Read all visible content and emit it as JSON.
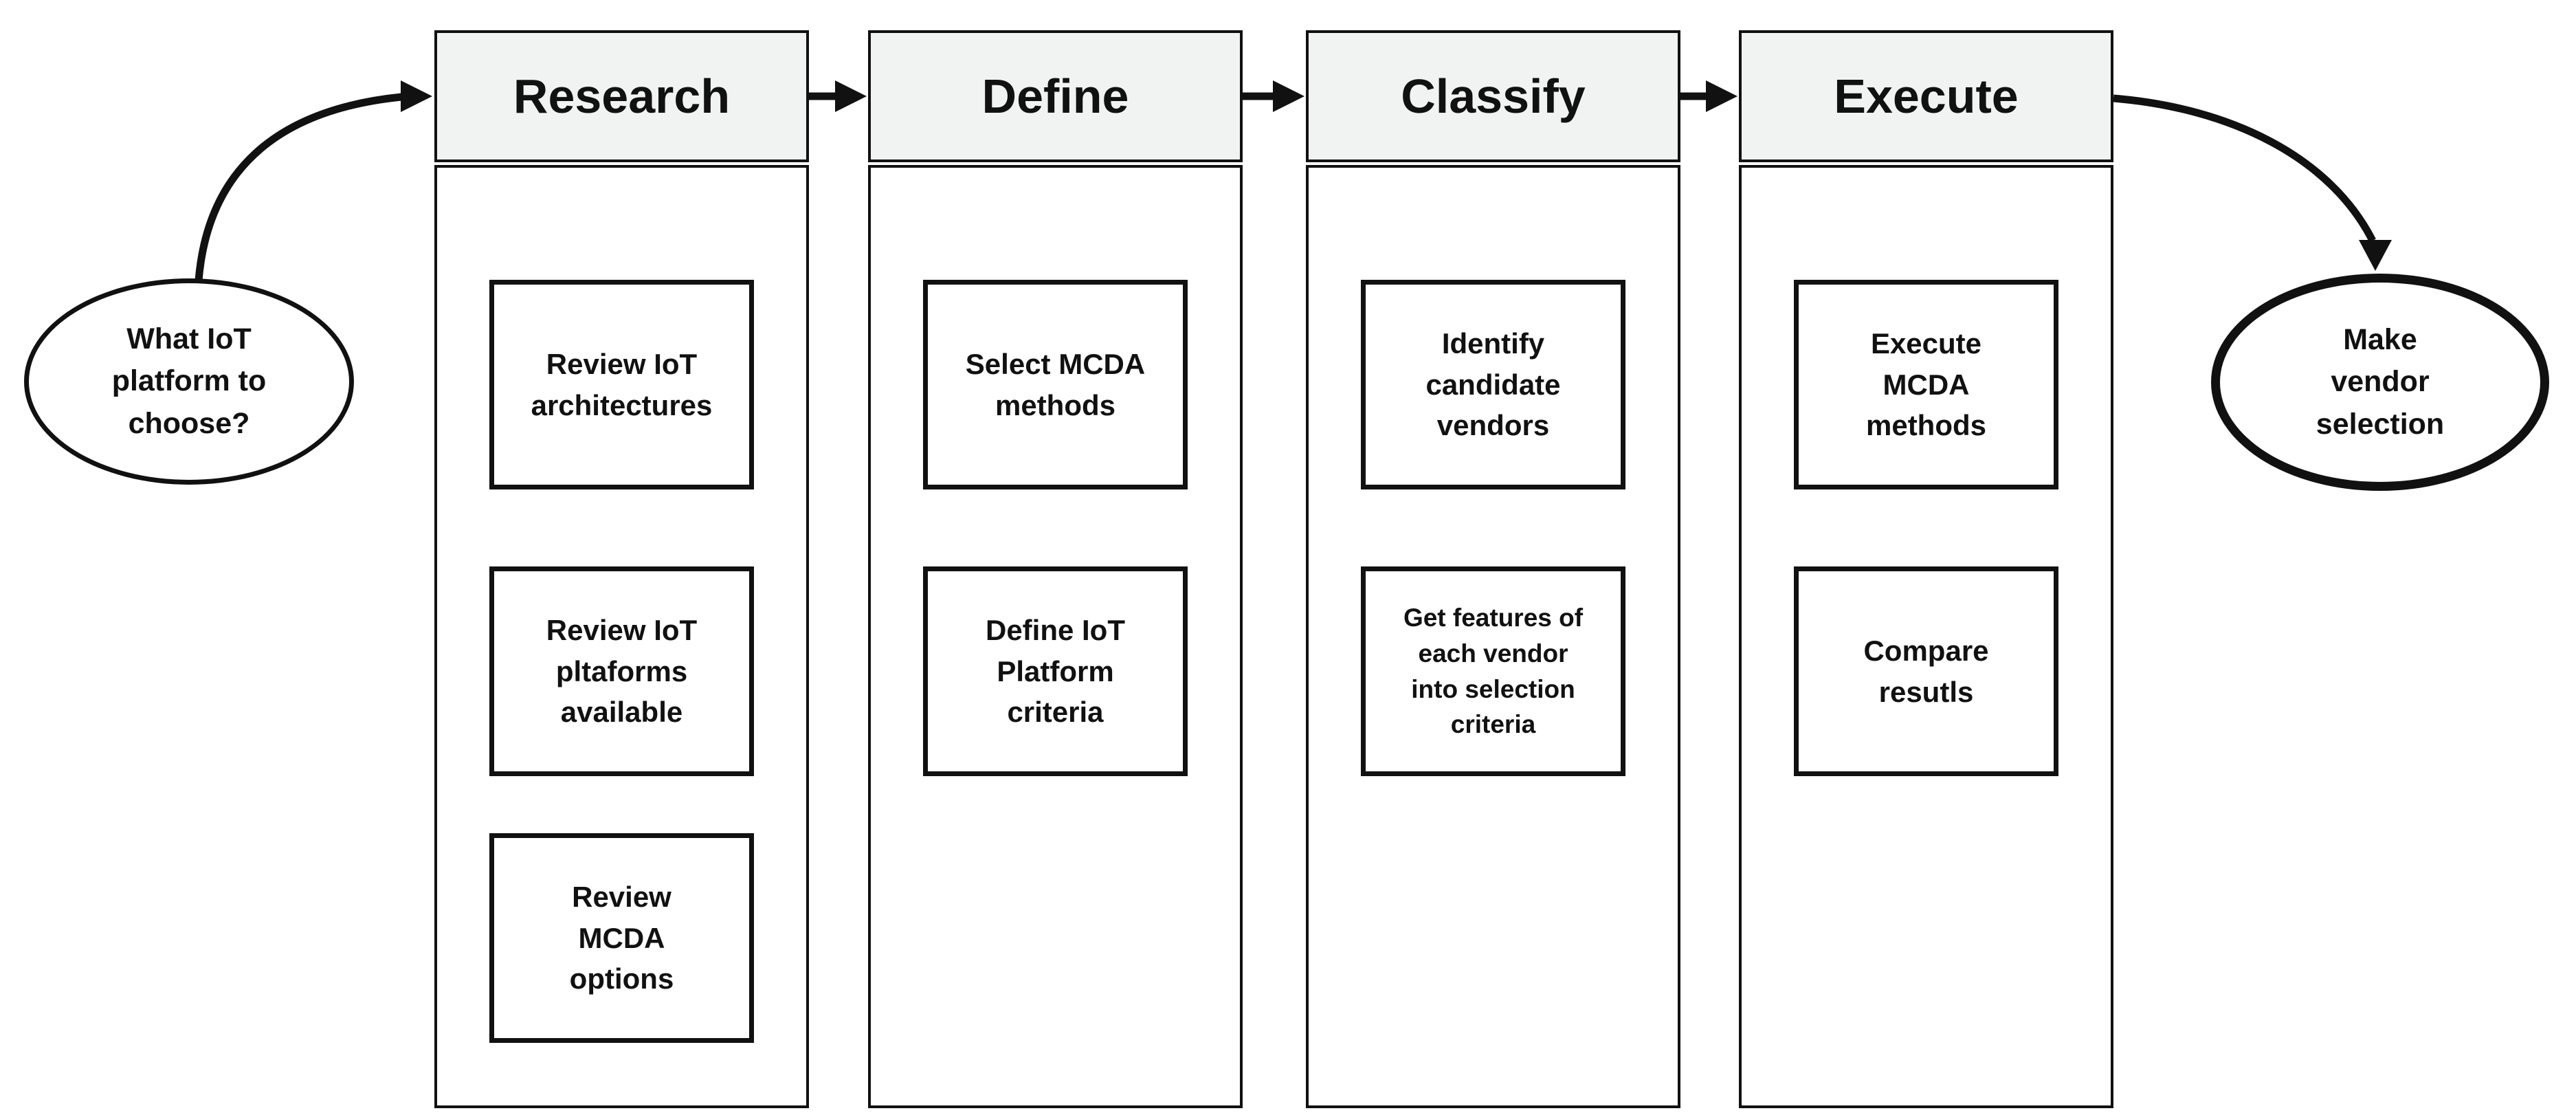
{
  "nodes": {
    "start": "What IoT\nplatform to\nchoose?",
    "end": "Make\nvendor\nselection"
  },
  "columns": [
    {
      "title": "Research",
      "boxes": [
        "Review IoT\narchitectures",
        "Review IoT\npltaforms\navailable",
        "Review\nMCDA\noptions"
      ]
    },
    {
      "title": "Define",
      "boxes": [
        "Select MCDA\nmethods",
        "Define IoT\nPlatform\ncriteria"
      ]
    },
    {
      "title": "Classify",
      "boxes": [
        "Identify\ncandidate\nvendors",
        "Get features of\neach vendor\ninto selection\ncriteria"
      ]
    },
    {
      "title": "Execute",
      "boxes": [
        "Execute\nMCDA\nmethods",
        "Compare\nresutls"
      ]
    }
  ],
  "colors": {
    "header_fill": "#f1f2f2",
    "line": "#111111",
    "background": "#ffffff"
  }
}
